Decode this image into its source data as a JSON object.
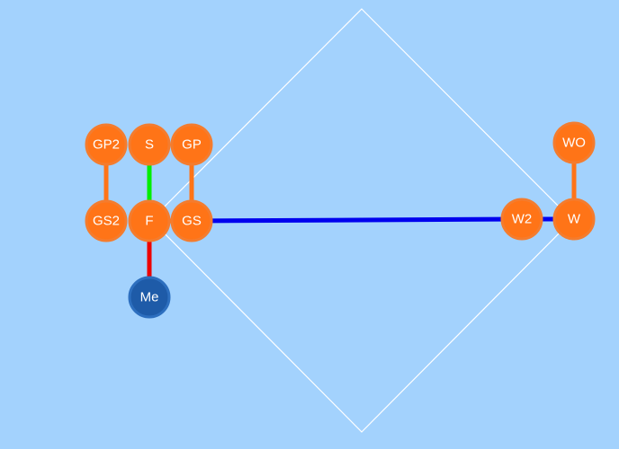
{
  "colors": {
    "background": "#a3d2fd",
    "diamond": "#ffffff",
    "node_orange": "#ff7417",
    "node_orange_border": "#f47c2e",
    "node_me": "#1e5ba8",
    "node_me_border": "#2d6fbf",
    "link_orange": "#ff7417",
    "link_blue": "#0000ee",
    "link_green": "#00ee00",
    "link_red": "#ee0000"
  },
  "nodes": [
    {
      "id": "GP2",
      "label": "GP2",
      "type": "orange"
    },
    {
      "id": "S",
      "label": "S",
      "type": "orange"
    },
    {
      "id": "GP",
      "label": "GP",
      "type": "orange"
    },
    {
      "id": "GS2",
      "label": "GS2",
      "type": "orange"
    },
    {
      "id": "F",
      "label": "F",
      "type": "orange"
    },
    {
      "id": "GS",
      "label": "GS",
      "type": "orange"
    },
    {
      "id": "Me",
      "label": "Me",
      "type": "me"
    },
    {
      "id": "W2",
      "label": "W2",
      "type": "orange"
    },
    {
      "id": "W",
      "label": "W",
      "type": "orange"
    },
    {
      "id": "WO",
      "label": "WO",
      "type": "orange"
    }
  ],
  "links": [
    {
      "from": "GP2",
      "to": "GS2",
      "color": "orange"
    },
    {
      "from": "GP",
      "to": "GS",
      "color": "orange"
    },
    {
      "from": "S",
      "to": "F",
      "color": "green"
    },
    {
      "from": "F",
      "to": "Me",
      "color": "red"
    },
    {
      "from": "F",
      "to": "GS",
      "color": "orange"
    },
    {
      "from": "GS",
      "to": "W2",
      "color": "blue"
    },
    {
      "from": "W2",
      "to": "W",
      "color": "blue"
    },
    {
      "from": "W",
      "to": "WO",
      "color": "orange"
    }
  ]
}
